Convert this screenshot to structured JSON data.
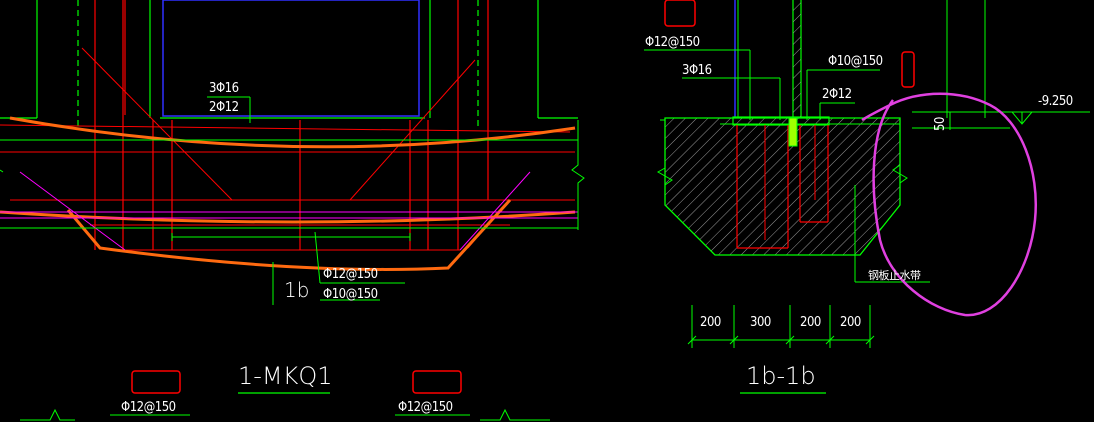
{
  "left_detail": {
    "title": "1-MKQ1",
    "label_3phi16": "3Φ16",
    "label_2phi12": "2Φ12",
    "label_phi12_150": "Φ12@150",
    "label_phi10_150": "Φ10@150",
    "section_mark": "1b"
  },
  "right_detail": {
    "title": "1b-1b",
    "label_phi12_150": "Φ12@150",
    "label_3phi16": "3Φ16",
    "label_phi10_150": "Φ10@150",
    "label_2phi12": "2Φ12",
    "elevation": "-9.250",
    "dim_50": "50",
    "waterstop_note": "钢板止水带",
    "dims": [
      "200",
      "300",
      "200",
      "200"
    ]
  },
  "bottom_labels": {
    "left_phi12_150": "Φ12@150",
    "right_phi12_150": "Φ12@150"
  },
  "colors": {
    "background": "#000000",
    "green": "#00ff00",
    "red": "#ff0000",
    "blue": "#0000ff",
    "magenta": "#ff00ff",
    "orange": "#ff6a10",
    "white": "#ffffff",
    "yellow": "#ffff00",
    "annotation": "#e040e0"
  }
}
